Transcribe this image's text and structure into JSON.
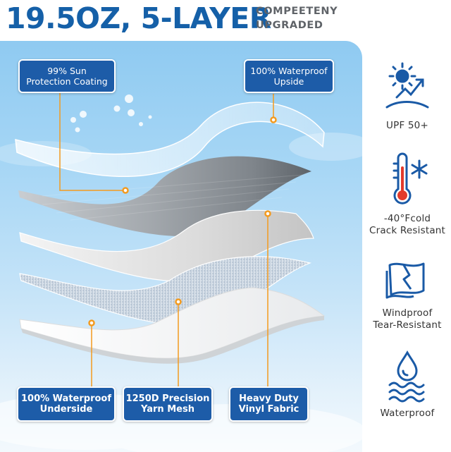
{
  "header": {
    "title": "19.5OZ, 5-LAYER",
    "subtitle_line1": "COMPEETENY",
    "subtitle_line2": "UPGRADED"
  },
  "layer_labels": {
    "sun_protection": {
      "line1": "99% Sun",
      "line2": "Protection Coating"
    },
    "waterproof_upside": {
      "line1": "100% Waterproof",
      "line2": "Upside"
    },
    "waterproof_underside": {
      "line1": "100% Waterproof",
      "line2": "Underside"
    },
    "yarn_mesh": {
      "line1": "1250D Precision",
      "line2": "Yarn Mesh"
    },
    "vinyl_fabric": {
      "line1": "Heavy Duty",
      "line2": "Vinyl Fabric"
    }
  },
  "features": [
    {
      "icon": "sun-uv-icon",
      "line1": "UPF 50+",
      "line2": ""
    },
    {
      "icon": "thermometer-snowflake-icon",
      "line1": "-40°Fcold",
      "line2": "Crack Resistant"
    },
    {
      "icon": "torn-fabric-icon",
      "line1": "Windproof",
      "line2": "Tear-Resistant"
    },
    {
      "icon": "water-drop-waves-icon",
      "line1": "Waterproof",
      "line2": ""
    }
  ],
  "colors": {
    "brand_blue": "#1560a8",
    "label_box": "#1d5ca8",
    "leader_orange": "#f39a1e",
    "icon_blue": "#1a5aa6",
    "thermometer_red": "#e23b2c"
  }
}
